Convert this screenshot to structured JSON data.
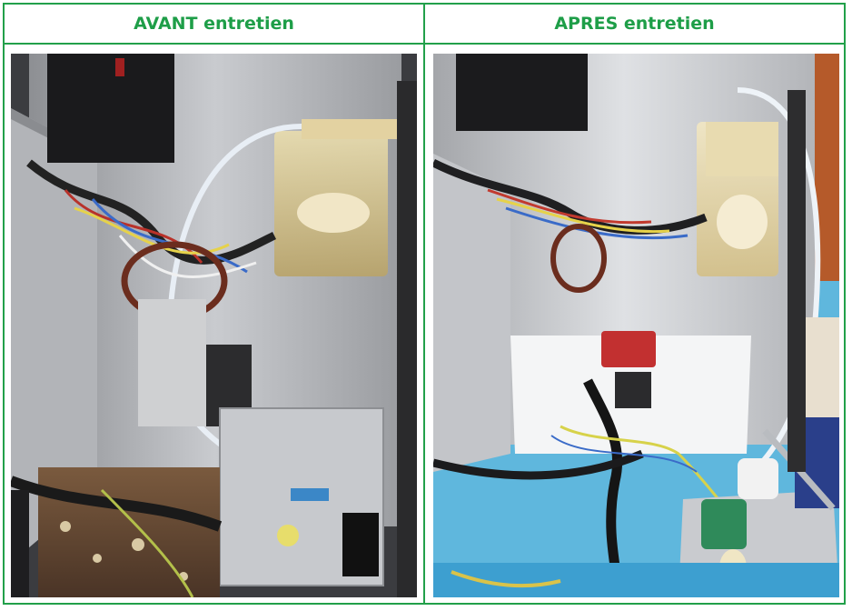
{
  "panels": [
    {
      "title": "AVANT entretien",
      "photo": "machine-interior-before-maintenance"
    },
    {
      "title": "APRES entretien",
      "photo": "machine-interior-after-maintenance"
    }
  ],
  "colors": {
    "accent": "#1e9e48",
    "border": "#22a04a"
  }
}
